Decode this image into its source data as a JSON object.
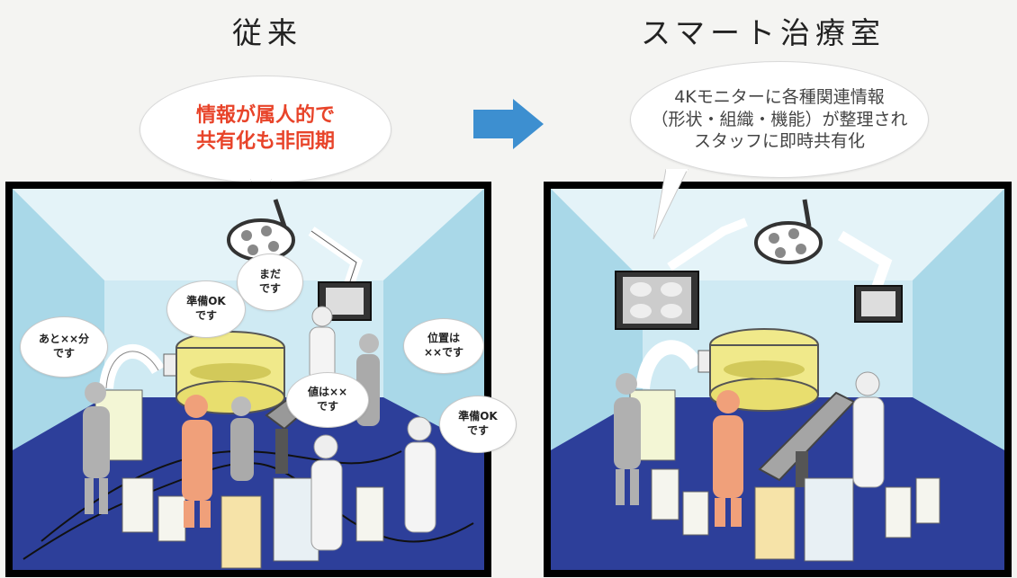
{
  "titles": {
    "left": "従来",
    "right": "スマート治療室"
  },
  "left_bubble": {
    "line1": "情報が属人的で",
    "line2": "共有化も非同期"
  },
  "right_bubble": {
    "line1": "4Kモニターに各種関連情報",
    "line2": "（形状・組織・機能）が整理され",
    "line3": "スタッフに即時共有化"
  },
  "speech": {
    "mada_1": "まだ",
    "mada_2": "です",
    "junbi1_1": "準備OK",
    "junbi1_2": "です",
    "ato_1": "あと××分",
    "ato_2": "です",
    "ichi_1": "位置は",
    "ichi_2": "××です",
    "atai_1": "値は××",
    "atai_2": "です",
    "junbi2_1": "準備OK",
    "junbi2_2": "です"
  },
  "colors": {
    "accent_red": "#e8442a",
    "arrow_blue": "#3d8fd0",
    "wall": "#bde3ef",
    "floor": "#2d3f9a",
    "machine_yellow": "#f0e98a",
    "staff_orange": "#f0a07a"
  }
}
